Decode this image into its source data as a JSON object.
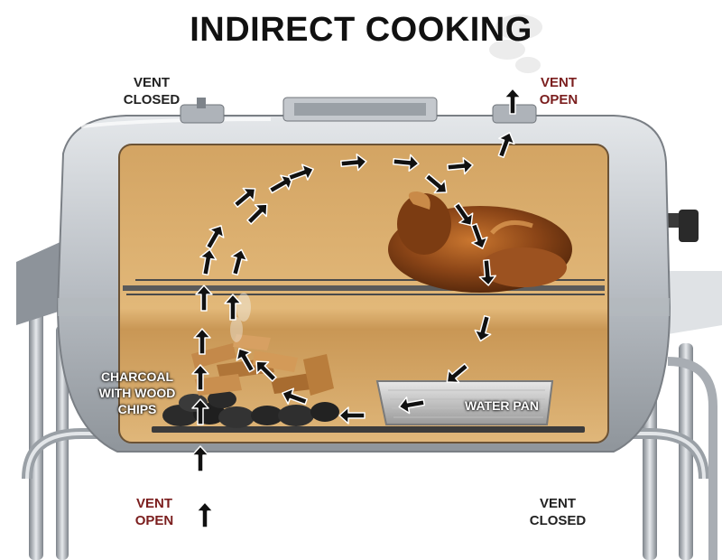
{
  "title": "INDIRECT COOKING",
  "labels": {
    "top_left_vent": {
      "line1": "VENT",
      "line2": "CLOSED"
    },
    "top_right_vent": {
      "line1": "VENT",
      "line2": "OPEN"
    },
    "bottom_left_vent": {
      "line1": "VENT",
      "line2": "OPEN"
    },
    "bottom_right_vent": {
      "line1": "VENT",
      "line2": "CLOSED"
    },
    "fuel": {
      "line1": "CHARCOAL",
      "line2": "WITH WOOD",
      "line3": "CHIPS"
    },
    "water_pan": "WATER PAN"
  },
  "colors": {
    "vent_open": "#7b1e1e",
    "label_dark": "#222222",
    "interior": "#d7a769",
    "grill_body": "#c9cdd2"
  },
  "icons": [
    "airflow-arrow-icon",
    "smoke-icon",
    "roast-chicken-icon",
    "charcoal-icon",
    "wood-chips-icon"
  ]
}
